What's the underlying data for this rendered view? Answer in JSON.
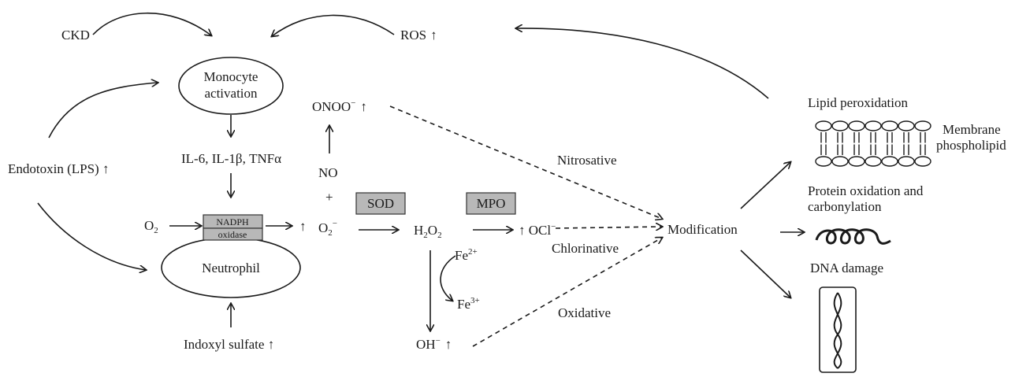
{
  "nodes": {
    "ckd": "CKD",
    "ros": "ROS",
    "up": "↑",
    "monocyte_line1": "Monocyte",
    "monocyte_line2": "activation",
    "cytokines": "IL-6, IL-1β, TNFα",
    "endotoxin": "Endotoxin (LPS) ↑",
    "o2": "O",
    "o2_sub": "2",
    "nadph": "NADPH",
    "oxidase": "oxidase",
    "neutrophil": "Neutrophil",
    "indoxyl": "Indoxyl sulfate ↑",
    "onoo": "ONOO",
    "onoo_charge": "−",
    "no": "NO",
    "plus": "+",
    "superoxide": "O",
    "superoxide_sub": "2",
    "superoxide_charge": "−",
    "sod": "SOD",
    "h2o2_h": "H",
    "h2o2_sub1": "2",
    "h2o2_o": "O",
    "h2o2_sub2": "2",
    "mpo": "MPO",
    "ocl": "↑ OCl",
    "ocl_charge": "−",
    "fe2": "Fe",
    "fe2_charge": "2+",
    "fe3": "Fe",
    "fe3_charge": "3+",
    "oh": "OH",
    "oh_charge": "−",
    "nitrosative": "Nitrosative",
    "chlorinative": "Chlorinative",
    "oxidative": "Oxidative",
    "modification": "Modification",
    "lipid": "Lipid peroxidation",
    "membrane_line1": "Membrane",
    "membrane_line2": "phospholipid",
    "protein_line1": "Protein oxidation and",
    "protein_line2": "carbonylation",
    "dna": "DNA damage"
  }
}
